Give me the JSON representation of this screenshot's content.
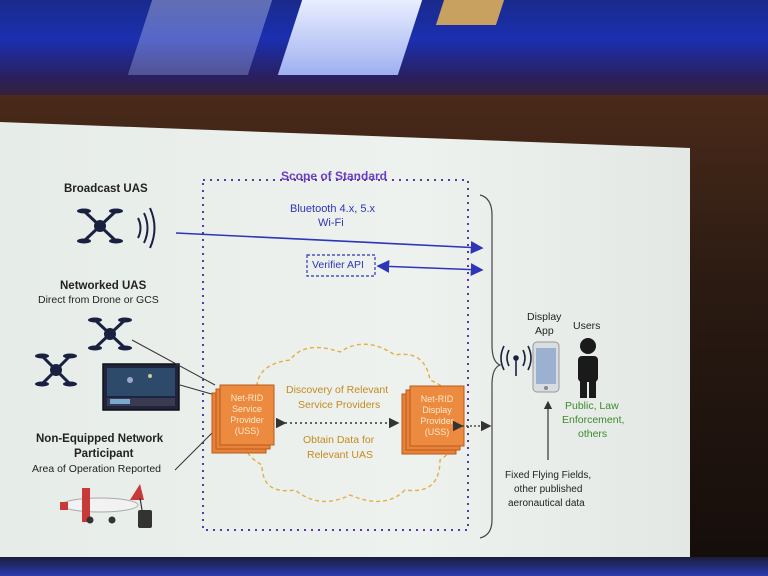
{
  "slide": {
    "scope_title": "Scope of Standard",
    "broadcast_uas": "Broadcast UAS",
    "networked_uas": "Networked UAS",
    "networked_sub": "Direct from Drone or GCS",
    "non_equipped": "Non-Equipped Network",
    "participant": "Participant",
    "area_reported": "Area of Operation Reported",
    "bluetooth": "Bluetooth 4.x, 5.x",
    "wifi": "Wi-Fi",
    "verifier_api": "Verifier API",
    "discovery_1": "Discovery of Relevant",
    "discovery_2": "Service Providers",
    "obtain_1": "Obtain Data for",
    "obtain_2": "Relevant UAS",
    "service_provider": [
      "Net-RID",
      "Service",
      "Provider",
      "(USS)"
    ],
    "display_provider": [
      "Net-RID",
      "Display",
      "Provider",
      "(USS)"
    ],
    "display_app_1": "Display",
    "display_app_2": "App",
    "users": "Users",
    "public_1": "Public, Law",
    "public_2": "Enforcement,",
    "public_3": "others",
    "fixed_1": "Fixed Flying Fields,",
    "fixed_2": "other published",
    "fixed_3": "aeronautical data"
  },
  "colors": {
    "blue_arrow": "#2d35b8",
    "orange_box": "#e8823a",
    "scope_dots": "#5a3aa0",
    "green_text": "#3d8a2e"
  }
}
